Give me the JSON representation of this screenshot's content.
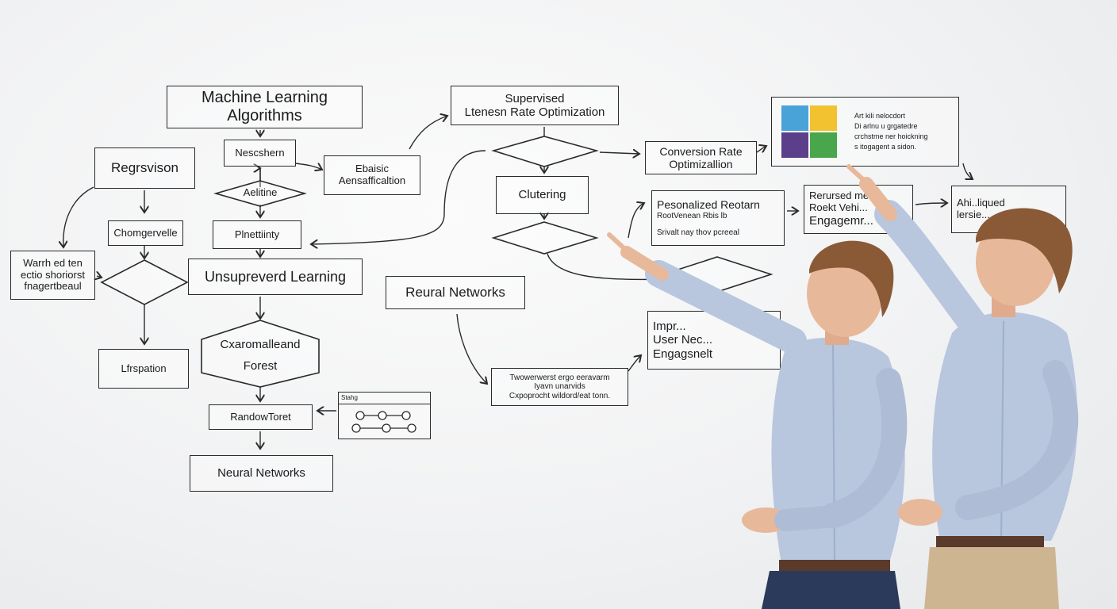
{
  "nodes": {
    "ml_algorithms": {
      "line1": "Machine Learning",
      "line2": "Algorithms"
    },
    "supervised": {
      "line1": "Supervised",
      "line2": "Ltenesn Rate Optimization"
    },
    "regression": {
      "label": "Regrsvison"
    },
    "nescshern": {
      "label": "Nescshern"
    },
    "alelitine": {
      "label": "Aelitine"
    },
    "ebaisic": {
      "line1": "Ebaisic",
      "line2": "Aensafficaltion"
    },
    "chorngervelle": {
      "label": "Chomgervelle"
    },
    "plnettinty": {
      "label": "Plnettiinty"
    },
    "warrh": {
      "line1": "Warrh ed ten",
      "line2": "ectio shoriorst",
      "line3": "fnagertbeaul"
    },
    "unsupervised": {
      "label": "Unsupreverd Learning"
    },
    "lfrspation": {
      "label": "Lfrspation"
    },
    "cxaromalleand": {
      "line1": "Cxaromalleand",
      "line2": "Forest"
    },
    "random_foret": {
      "label": "RandowToret"
    },
    "small_panel": {
      "label": "Stahg"
    },
    "neural_networks_bottom": {
      "label": "Neural Networks"
    },
    "reural_networks": {
      "label": "Reural Networks"
    },
    "clutering": {
      "label": "Clutering"
    },
    "tworewnerst": {
      "line1": "Twowerwerst ergo eeravarm",
      "line2": "Iyavn unarvids",
      "line3": "Cxpoprocht wildord/eat tonn."
    },
    "conversion": {
      "line1": "Conversion Rate",
      "line2": "Optimizallion"
    },
    "personalized": {
      "line1": "Pesonalized Reotarn",
      "line2": "RootVenean Rbis lb",
      "line3": "Srivalt nay thov pcreeal"
    },
    "rerursed": {
      "line1": "Rerursed med",
      "line2": "Roekt Vehi...",
      "line3": "Engagemr..."
    },
    "ahi_liqued": {
      "line1": "Ahi..liqued",
      "line2": "lersie..."
    },
    "improve": {
      "line1": "Impr...",
      "line2": "User Nec...",
      "line3": "Engagsnelt"
    },
    "chart_card": {
      "line1": "Art kili nelocdort",
      "line2": "Di arlnu u grgatedre",
      "line3": "crchstme ner hoickning",
      "line4": "s itogagent a sidon."
    }
  },
  "colors": {
    "board": "#f1f2f3",
    "ink": "#2a2a2a",
    "tile_blue": "#4aa3d8",
    "tile_yellow": "#f2c230",
    "tile_purple": "#5b3f8a",
    "tile_green": "#4aa64c",
    "shirt": "#b8c6de",
    "pants_navy": "#2b3a5a",
    "pants_khaki": "#cdb591",
    "skin": "#e8b89a",
    "hair": "#8a5a36"
  }
}
